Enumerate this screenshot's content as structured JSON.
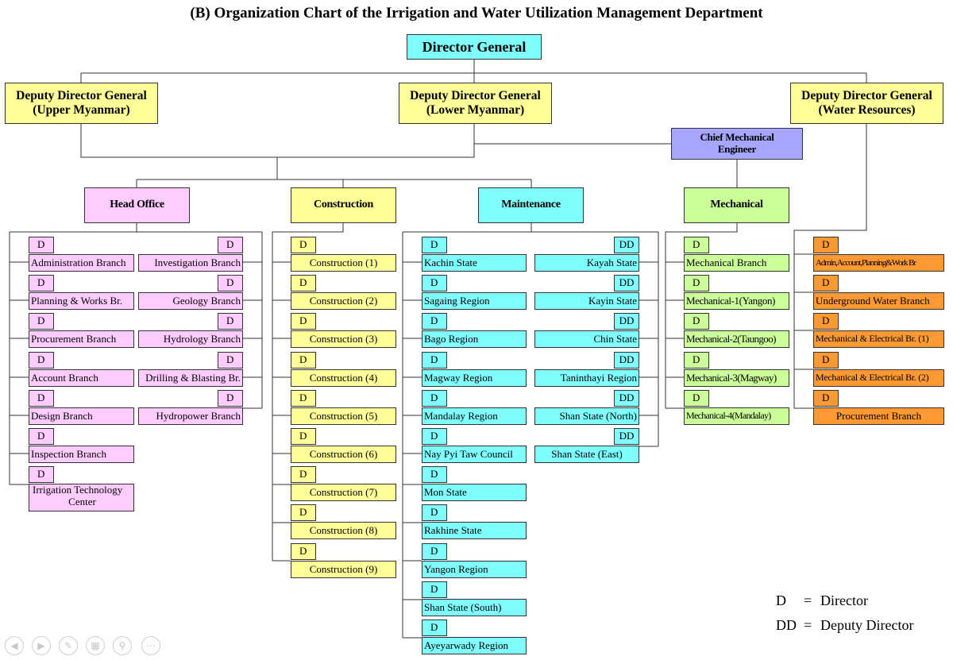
{
  "title": "(B) Organization Chart of the Irrigation and Water Utilization Management Department",
  "director_general": "Director General",
  "deputy_directors": [
    {
      "line1": "Deputy Director General",
      "line2": "(Upper Myanmar)"
    },
    {
      "line1": "Deputy Director General",
      "line2": "(Lower Myanmar)"
    },
    {
      "line1": "Deputy Director General",
      "line2": "(Water Resources)"
    }
  ],
  "chief_mechanical": {
    "line1": "Chief Mechanical",
    "line2": "Engineer"
  },
  "departments": [
    "Head Office",
    "Construction",
    "Maintenance",
    "Mechanical"
  ],
  "head_office": {
    "left": [
      {
        "tag": "D",
        "name": "Administration Branch"
      },
      {
        "tag": "D",
        "name": "Planning & Works Br."
      },
      {
        "tag": "D",
        "name": "Procurement Branch"
      },
      {
        "tag": "D",
        "name": "Account Branch"
      },
      {
        "tag": "D",
        "name": "Design Branch"
      },
      {
        "tag": "D",
        "name": "Inspection Branch"
      },
      {
        "tag": "D",
        "name1": "Irrigation Technology",
        "name2": "Center"
      }
    ],
    "right": [
      {
        "tag": "D",
        "name": "Investigation Branch"
      },
      {
        "tag": "D",
        "name": "Geology Branch"
      },
      {
        "tag": "D",
        "name": "Hydrology Branch"
      },
      {
        "tag": "D",
        "name": "Drilling & Blasting Br."
      },
      {
        "tag": "D",
        "name": "Hydropower Branch"
      }
    ]
  },
  "construction": [
    {
      "tag": "D",
      "name": "Construction (1)"
    },
    {
      "tag": "D",
      "name": "Construction (2)"
    },
    {
      "tag": "D",
      "name": "Construction (3)"
    },
    {
      "tag": "D",
      "name": "Construction (4)"
    },
    {
      "tag": "D",
      "name": "Construction (5)"
    },
    {
      "tag": "D",
      "name": "Construction (6)"
    },
    {
      "tag": "D",
      "name": "Construction (7)"
    },
    {
      "tag": "D",
      "name": "Construction (8)"
    },
    {
      "tag": "D",
      "name": "Construction (9)"
    }
  ],
  "maintenance": {
    "left": [
      {
        "tag": "D",
        "name": "Kachin State"
      },
      {
        "tag": "D",
        "name": "Sagaing Region"
      },
      {
        "tag": "D",
        "name": "Bago Region"
      },
      {
        "tag": "D",
        "name": "Magway Region"
      },
      {
        "tag": "D",
        "name": "Mandalay Region"
      },
      {
        "tag": "D",
        "name": "Nay Pyi Taw Council"
      },
      {
        "tag": "D",
        "name": "Mon State"
      },
      {
        "tag": "D",
        "name": "Rakhine State"
      },
      {
        "tag": "D",
        "name": "Yangon Region"
      },
      {
        "tag": "D",
        "name": "Shan State (South)"
      },
      {
        "tag": "D",
        "name": "Ayeyarwady Region"
      }
    ],
    "right": [
      {
        "tag": "DD",
        "name": "Kayah State"
      },
      {
        "tag": "DD",
        "name": "Kayin State"
      },
      {
        "tag": "DD",
        "name": "Chin State"
      },
      {
        "tag": "DD",
        "name": "Taninthayi Region"
      },
      {
        "tag": "DD",
        "name": "Shan State (North)"
      },
      {
        "tag": "DD",
        "name": "Shan State (East)"
      }
    ]
  },
  "mechanical": [
    {
      "tag": "D",
      "name": "Mechanical Branch"
    },
    {
      "tag": "D",
      "name": "Mechanical-1(Yangon)"
    },
    {
      "tag": "D",
      "name": "Mechanical-2(Taungoo)"
    },
    {
      "tag": "D",
      "name": "Mechanical-3(Magway)"
    },
    {
      "tag": "D",
      "name": "Mechanical-4(Mandalay)"
    }
  ],
  "water_resources": [
    {
      "tag": "D",
      "name": "Admin,Account,Planning&Work Br"
    },
    {
      "tag": "D",
      "name": "Underground Water Branch"
    },
    {
      "tag": "D",
      "name": "Mechanical & Electrical Br. (1)"
    },
    {
      "tag": "D",
      "name": "Mechanical & Electrical Br. (2)"
    },
    {
      "tag": "D",
      "name": "Procurement Branch"
    }
  ],
  "legend": [
    {
      "abbr": "D",
      "eq": "=",
      "meaning": "Director"
    },
    {
      "abbr": "DD",
      "eq": "=",
      "meaning": "Deputy Director"
    }
  ],
  "colors": {
    "head_office": "#ffccff",
    "construction": "#ffff99",
    "maintenance": "#80ffff",
    "mechanical": "#ccff99",
    "water_resources": "#ff9933",
    "chief_mechanical": "#a6a6ff"
  },
  "player_controls": [
    "prev-icon",
    "next-icon",
    "pen-icon",
    "slides-icon",
    "zoom-icon",
    "more-icon"
  ]
}
